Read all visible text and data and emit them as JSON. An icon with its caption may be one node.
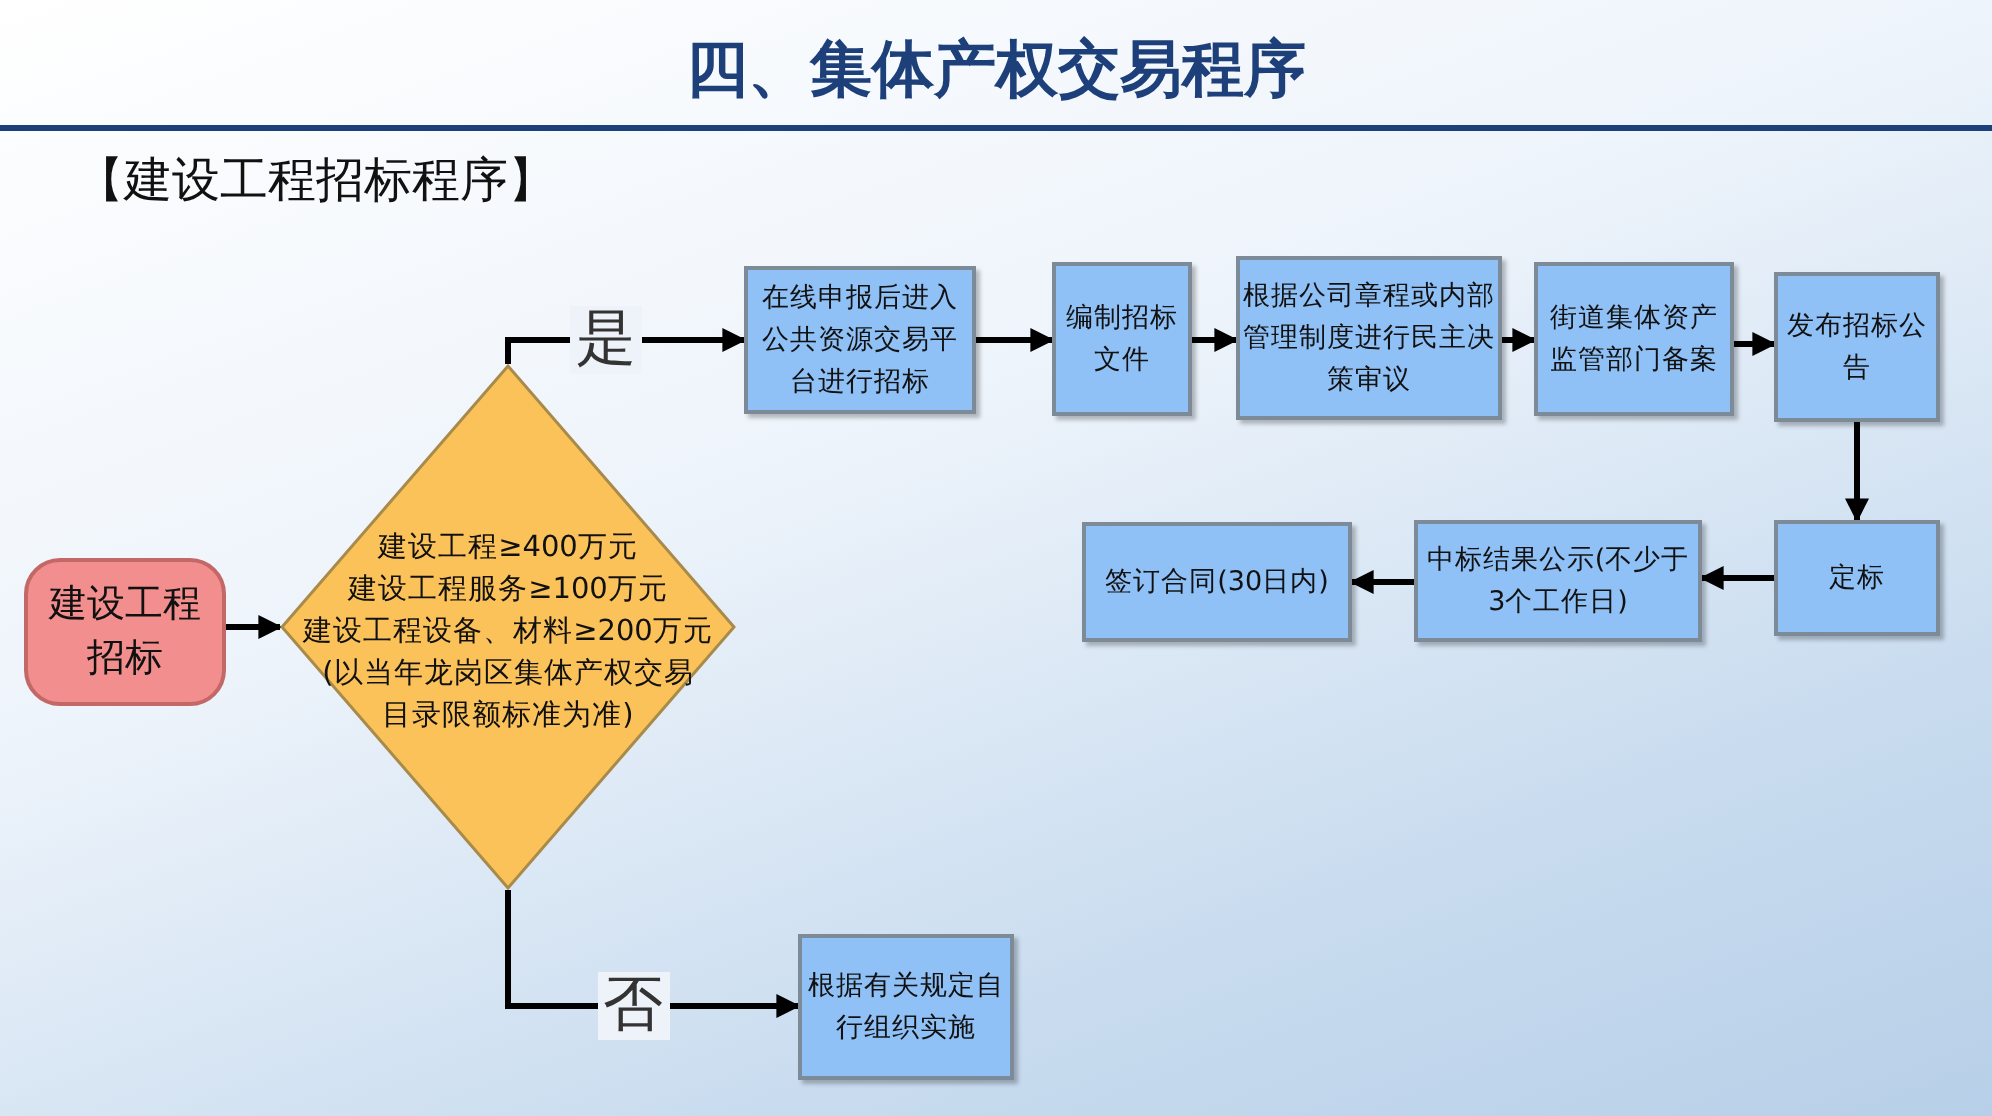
{
  "diagram": {
    "title": "四、集体产权交易程序",
    "nodes": [
      {
        "text": [
          "建设工程招标"
        ]
      },
      {
        "text": [
          "建设工程≥400万元",
          "建设工程服务≥100万元",
          "建设工程设备、材料≥200万元",
          "(以当年龙岗区集体产权交易目录限额标准为准)"
        ]
      },
      {
        "text": [
          "在线申报后进入公共资源交易平台进行招标"
        ]
      },
      {
        "text": [
          "编制招标文件"
        ]
      },
      {
        "text": [
          "根据公司章程或内部管理制度进行民主决策审议"
        ]
      },
      {
        "text": [
          "街道集体资产监管部门备案"
        ]
      },
      {
        "text": [
          "发布招标公告"
        ]
      },
      {
        "text": [
          "定标"
        ]
      },
      {
        "text": [
          "中标结果公示(不少于3个工作日)"
        ]
      },
      {
        "text": [
          "签订合同(30日内)"
        ]
      },
      {
        "text": [
          "根据有关规定自行组织实施"
        ]
      }
    ],
    "edges": [
      {
        "from": 0,
        "to": 1,
        "arrow": "to"
      },
      {
        "from": 1,
        "to": 2,
        "arrow": "to",
        "label": "是"
      },
      {
        "from": 2,
        "to": 3,
        "arrow": "to"
      },
      {
        "from": 3,
        "to": 4,
        "arrow": "to"
      },
      {
        "from": 4,
        "to": 5,
        "arrow": "to"
      },
      {
        "from": 5,
        "to": 6,
        "arrow": "to"
      },
      {
        "from": 6,
        "to": 7,
        "arrow": "to"
      },
      {
        "from": 7,
        "to": 8,
        "arrow": "to"
      },
      {
        "from": 8,
        "to": 9,
        "arrow": "to"
      },
      {
        "from": 1,
        "to": 10,
        "arrow": "to",
        "label": "否"
      }
    ],
    "labels": [
      "【建设工程招标程序】"
    ]
  }
}
